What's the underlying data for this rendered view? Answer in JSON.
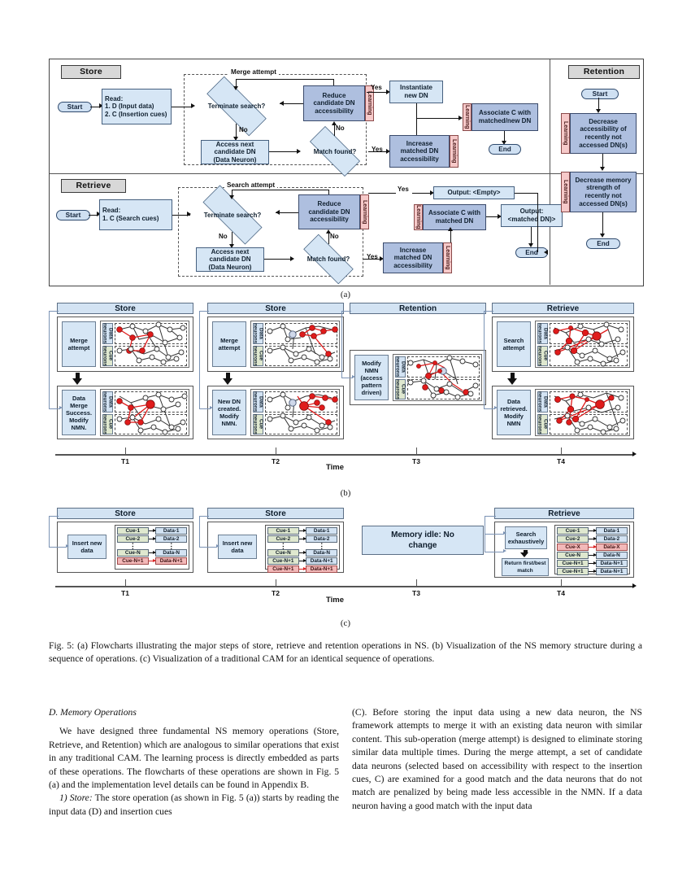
{
  "figure": {
    "panel_a": {
      "label": "(a)",
      "sections": [
        {
          "name": "Store",
          "title": "Store"
        },
        {
          "name": "Retrieve",
          "title": "Retrieve"
        },
        {
          "name": "Retention",
          "title": "Retention"
        }
      ],
      "store": {
        "dashed_label": "Merge attempt",
        "start": "Start",
        "read": "Read:\n1. D (Input data)\n2. C (Insertion cues)",
        "read_line1": "Read:",
        "read_line2": "1. D (Input data)",
        "read_line3": "2. C (Insertion cues)",
        "terminate": "Terminate search?",
        "access_next": "Access next candidate DN (Data Neuron)",
        "access_l1": "Access next",
        "access_l2": "candidate DN",
        "access_l3": "(Data Neuron)",
        "match_found": "Match found?",
        "reduce": "Reduce candidate DN accessibility",
        "reduce_l1": "Reduce",
        "reduce_l2": "candidate DN",
        "reduce_l3": "accessibility",
        "instantiate": "Instantiate new DN",
        "instantiate_l1": "Instantiate",
        "instantiate_l2": "new DN",
        "increase": "Increase matched DN accessibility",
        "increase_l1": "Increase",
        "increase_l2": "matched DN",
        "increase_l3": "accessibility",
        "associate": "Associate C with matched/new DN",
        "associate_l1": "Associate C with",
        "associate_l2": "matched/new DN",
        "end": "End",
        "yes": "Yes",
        "no": "No",
        "learning": "Learning"
      },
      "retrieve": {
        "dashed_label": "Search attempt",
        "start": "Start",
        "read_l1": "Read:",
        "read_l2": "1. C (Search cues)",
        "terminate": "Terminate search?",
        "access_l1": "Access next",
        "access_l2": "candidate DN",
        "access_l3": "(Data Neuron)",
        "match_found": "Match found?",
        "reduce_l1": "Reduce",
        "reduce_l2": "candidate DN",
        "reduce_l3": "accessibility",
        "increase_l1": "Increase",
        "increase_l2": "matched DN",
        "increase_l3": "accessibility",
        "associate_l1": "Associate C with",
        "associate_l2": "matched DN",
        "output_empty": "Output: <Empty>",
        "output_matched_l1": "Output:",
        "output_matched_l2": "<matched DN)>",
        "end": "End",
        "yes": "Yes",
        "no": "No",
        "learning": "Learning"
      },
      "retention": {
        "start": "Start",
        "decrease_access_l1": "Decrease",
        "decrease_access_l2": "accessibility of",
        "decrease_access_l3": "recently not",
        "decrease_access_l4": "accessed DN(s)",
        "decrease_strength_l1": "Decrease memory",
        "decrease_strength_l2": "strength of",
        "decrease_strength_l3": "recently not",
        "decrease_strength_l4": "accessed DN(s)",
        "end": "End",
        "learning": "Learning"
      }
    },
    "panel_b": {
      "label": "(b)",
      "data_neurons_label": "Data neurons",
      "cue_neurons_label": "Cue neurons",
      "groups": [
        {
          "title": "Store",
          "top_stage": "Merge attempt",
          "bottom_stage": "Data Merge Success. Modify NMN."
        },
        {
          "title": "Store",
          "top_stage": "Merge attempt",
          "bottom_stage": "New DN created. Modify NMN."
        },
        {
          "title": "Retention",
          "top_stage": "Modify NMN (access pattern driven)",
          "bottom_stage": ""
        },
        {
          "title": "Retrieve",
          "top_stage": "Search attempt",
          "bottom_stage": "Data retrieved. Modify NMN"
        }
      ],
      "timeline": {
        "word": "Time",
        "ticks": [
          "T1",
          "T2",
          "T3",
          "T4"
        ]
      }
    },
    "panel_c": {
      "label": "(c)",
      "groups": [
        {
          "title": "Store",
          "stage": "Insert new data"
        },
        {
          "title": "Store",
          "stage": "Insert new data"
        },
        {
          "title": "Retrieve",
          "stage_top": "Search exhaustively",
          "stage_bottom": "Return first/best match"
        }
      ],
      "idle_l1": "Memory idle: No",
      "idle_l2": "change",
      "table_t1": [
        {
          "cue": "Cue-1",
          "data": "Data-1",
          "hot": false
        },
        {
          "cue": "Cue-2",
          "data": "Data-2",
          "hot": false
        },
        {
          "cue": "dots",
          "data": "dots",
          "hot": false
        },
        {
          "cue": "Cue-N",
          "data": "Data-N",
          "hot": false
        },
        {
          "cue": "Cue-N+1",
          "data": "Data-N+1",
          "hot": true
        }
      ],
      "table_t2": [
        {
          "cue": "Cue-1",
          "data": "Data-1",
          "hot": false
        },
        {
          "cue": "Cue-2",
          "data": "Data-2",
          "hot": false
        },
        {
          "cue": "dots",
          "data": "dots",
          "hot": false
        },
        {
          "cue": "Cue-N",
          "data": "Data-N",
          "hot": false
        },
        {
          "cue": "Cue-N+1",
          "data": "Data-N+1",
          "hot": false
        },
        {
          "cue": "Cue-N+1",
          "data": "Data-N+1",
          "hot": true
        }
      ],
      "table_t4": [
        {
          "cue": "Cue-1",
          "data": "Data-1",
          "hot": false
        },
        {
          "cue": "Cue-2",
          "data": "Data-2",
          "hot": false
        },
        {
          "cue": "Cue-X",
          "data": "Data-X",
          "hot": true
        },
        {
          "cue": "Cue-N",
          "data": "Data-N",
          "hot": false
        },
        {
          "cue": "Cue-N+1",
          "data": "Data-N+1",
          "hot": false
        },
        {
          "cue": "Cue-N+1",
          "data": "Data-N+1",
          "hot": false
        }
      ],
      "timeline": {
        "word": "Time",
        "ticks": [
          "T1",
          "T2",
          "T3",
          "T4"
        ]
      }
    }
  },
  "caption": "Fig. 5: (a) Flowcharts illustrating the major steps of store, retrieve and retention operations in NS. (b) Visualization of the NS memory structure during a sequence of operations. (c) Visualization of a traditional CAM for an identical sequence of operations.",
  "body": {
    "section_title": "D. Memory Operations",
    "left_p1": "We have designed three fundamental NS memory operations (Store, Retrieve, and Retention) which are analogous to similar operations that exist in any traditional CAM. The learning process is directly embedded as parts of these operations. The flowcharts of these operations are shown in Fig. 5 (a) and the implementation level details can be found in Appendix B.",
    "left_p2_lead": "1) Store:",
    "left_p2": " The store operation (as shown in Fig. 5 (a)) starts by reading the input data (D) and insertion cues",
    "right_p1": "(C). Before storing the input data using a new data neuron, the NS framework attempts to merge it with an existing data neuron with similar content. This sub-operation (merge attempt) is designed to eliminate storing similar data multiple times. During the merge attempt, a set of candidate data neurons (selected based on accessibility with respect to the insertion cues, C) are examined for a good match and the data neurons that do not match are penalized by being made less accessible in the NMN. If a data neuron having a good match with the input data"
  },
  "colors": {
    "box_light": "#d6e6f5",
    "box_dark": "#aebfdf",
    "learning_tag": "#f6c9c9",
    "header_tab": "#d8d8d8",
    "panel_header": "#d3e3f3",
    "cue_green": "#dfe8cf",
    "hot_pink": "#f3b9b9",
    "edge_red": "#e01b1b",
    "node_red": "#e01b1b"
  }
}
